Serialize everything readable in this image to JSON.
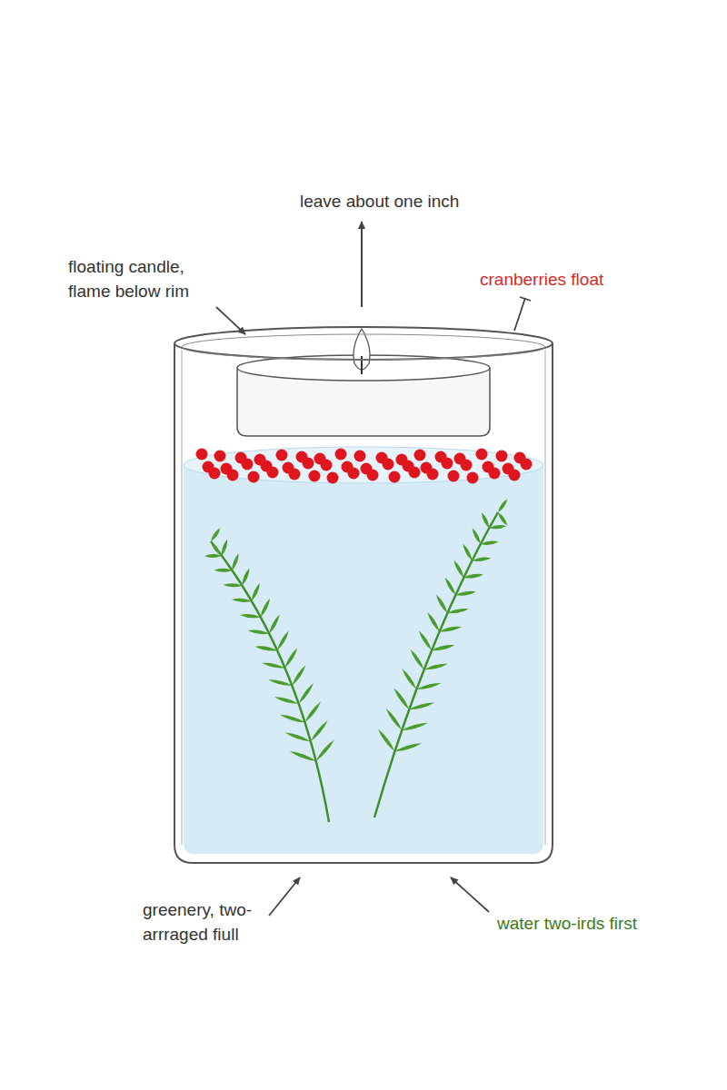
{
  "diagram": {
    "labels": [
      "leave about one inch",
      "floating candle, flame below rim",
      "cranberries float",
      "greenery, two- arrraged fiull",
      "water two-irds first"
    ]
  }
}
